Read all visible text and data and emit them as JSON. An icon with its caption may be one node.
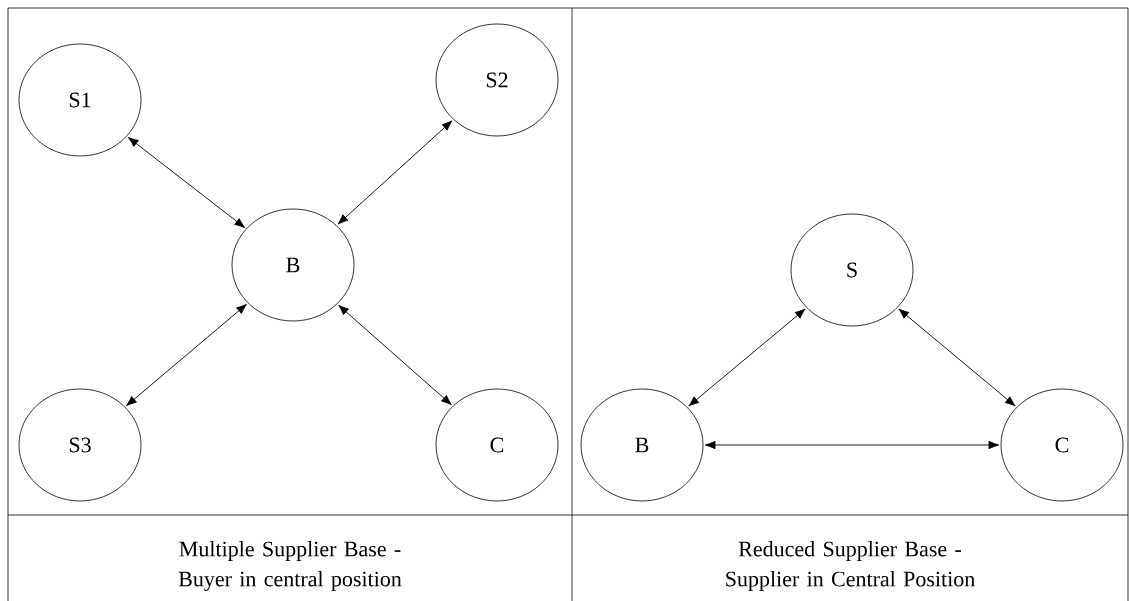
{
  "diagram": {
    "nodes": [
      {
        "text": [
          "S1"
        ]
      },
      {
        "text": [
          "S2"
        ]
      },
      {
        "text": [
          "B"
        ]
      },
      {
        "text": [
          "S3"
        ]
      },
      {
        "text": [
          "C"
        ]
      },
      {
        "text": [
          "S"
        ]
      },
      {
        "text": [
          "B"
        ]
      },
      {
        "text": [
          "C"
        ]
      }
    ],
    "edges": [
      {
        "from": 0,
        "to": 2,
        "arrow": "both"
      },
      {
        "from": 1,
        "to": 2,
        "arrow": "both"
      },
      {
        "from": 3,
        "to": 2,
        "arrow": "both"
      },
      {
        "from": 4,
        "to": 2,
        "arrow": "both"
      },
      {
        "from": 6,
        "to": 5,
        "arrow": "both"
      },
      {
        "from": 7,
        "to": 5,
        "arrow": "both"
      },
      {
        "from": 6,
        "to": 7,
        "arrow": "both"
      }
    ],
    "labels": [
      "Multiple Supplier Base - Buyer in central position",
      "Reduced Supplier Base - Supplier in Central Position"
    ]
  }
}
